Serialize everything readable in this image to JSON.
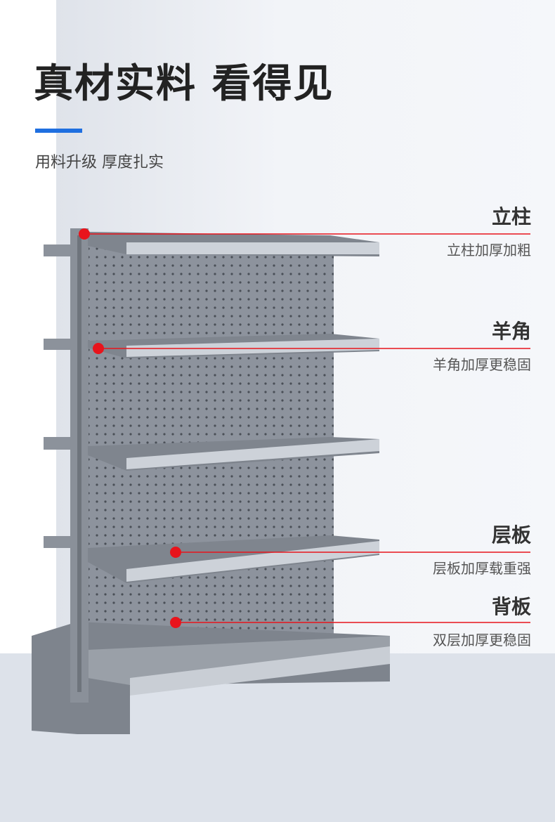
{
  "header": {
    "title": "真材实料 看得见",
    "subtitle": "用料升级 厚度扎实",
    "accent_color": "#1f6fe0"
  },
  "features": [
    {
      "title": "立柱",
      "desc": "立柱加厚加粗"
    },
    {
      "title": "羊角",
      "desc": "羊角加厚更稳固"
    },
    {
      "title": "层板",
      "desc": "层板加厚载重强"
    },
    {
      "title": "背板",
      "desc": "双层加厚更稳固"
    }
  ],
  "marker_color": "#e8141c",
  "product": {
    "image": "supermarket-shelf-illustration"
  }
}
